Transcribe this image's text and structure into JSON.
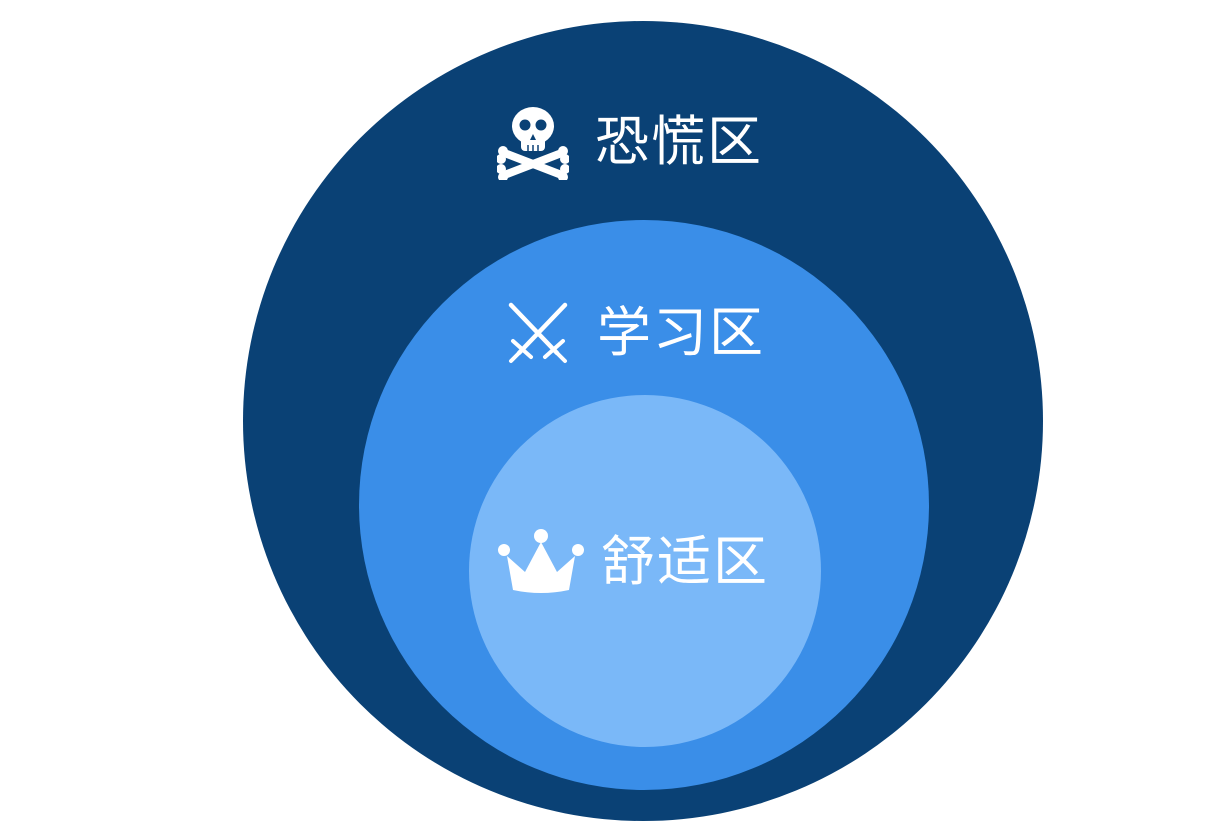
{
  "diagram": {
    "type": "nested-circles",
    "zones": [
      {
        "id": "panic",
        "label": "恐慌区",
        "icon": "skull-crossbones-icon",
        "color": "#0a4175",
        "level": "outer"
      },
      {
        "id": "learning",
        "label": "学习区",
        "icon": "crossed-swords-icon",
        "color": "#3a8ee8",
        "level": "middle"
      },
      {
        "id": "comfort",
        "label": "舒适区",
        "icon": "crown-icon",
        "color": "#7ab8f8",
        "level": "inner"
      }
    ],
    "text_color": "#ffffff",
    "background": "#ffffff"
  }
}
